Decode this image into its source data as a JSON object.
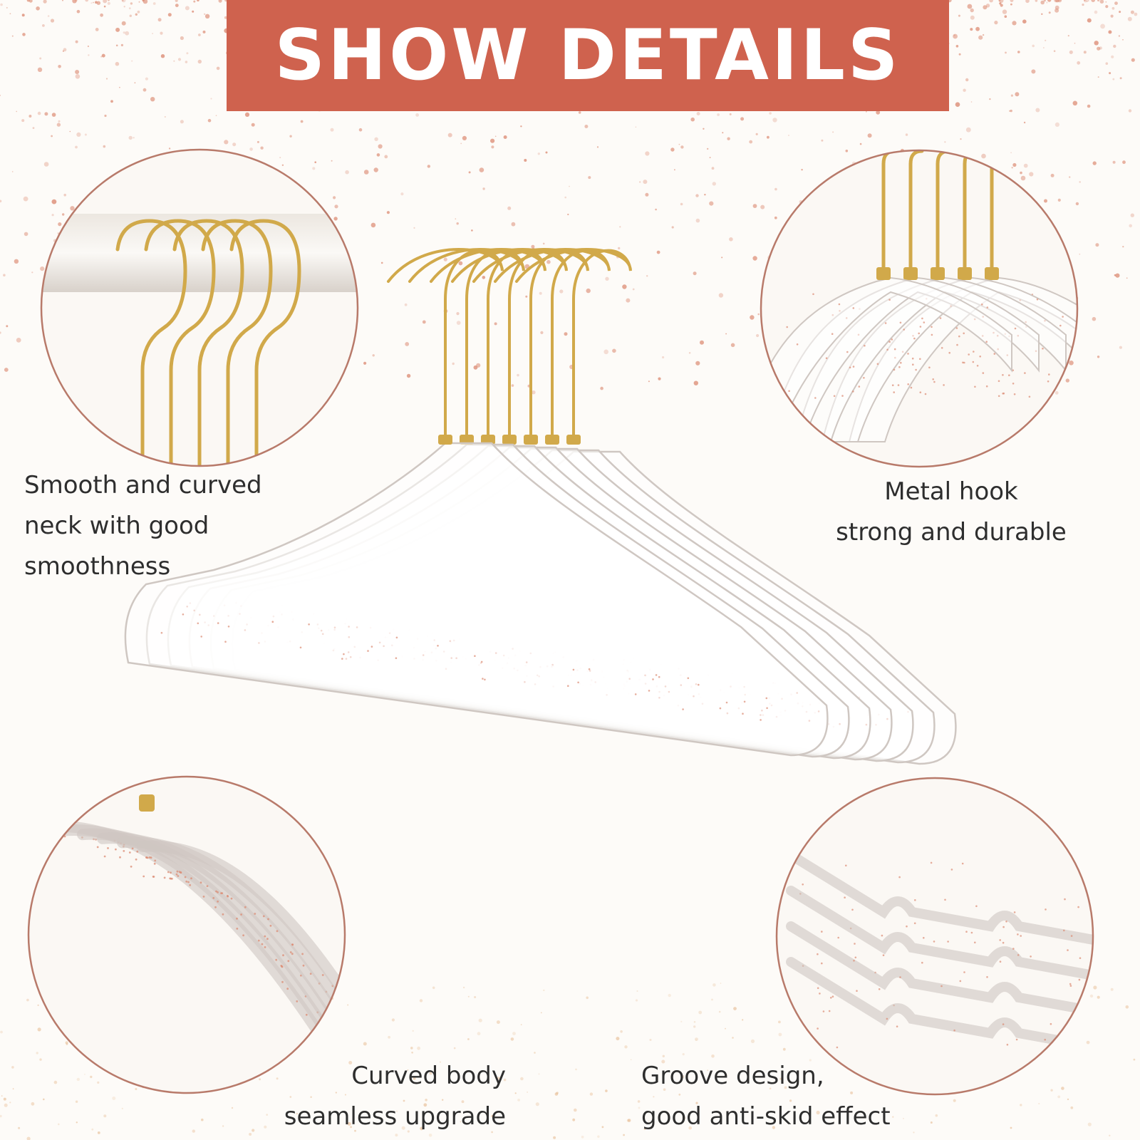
{
  "banner": {
    "title": "SHOW DETAILS"
  },
  "callouts": {
    "top_left": {
      "lines": [
        "Smooth and curved",
        "neck with good",
        "smoothness"
      ]
    },
    "top_right": {
      "lines": [
        "Metal hook",
        "strong and durable"
      ]
    },
    "bottom_left": {
      "lines": [
        "Curved body",
        "seamless upgrade"
      ]
    },
    "bottom_right": {
      "lines": [
        "Groove design,",
        "good anti-skid effect"
      ]
    }
  },
  "colors": {
    "banner": "#cf624e",
    "ring": "#b87a6a",
    "gold": "#d1a94a",
    "glitter": "#dc8c74",
    "acrylic": "#cfc7c2"
  }
}
